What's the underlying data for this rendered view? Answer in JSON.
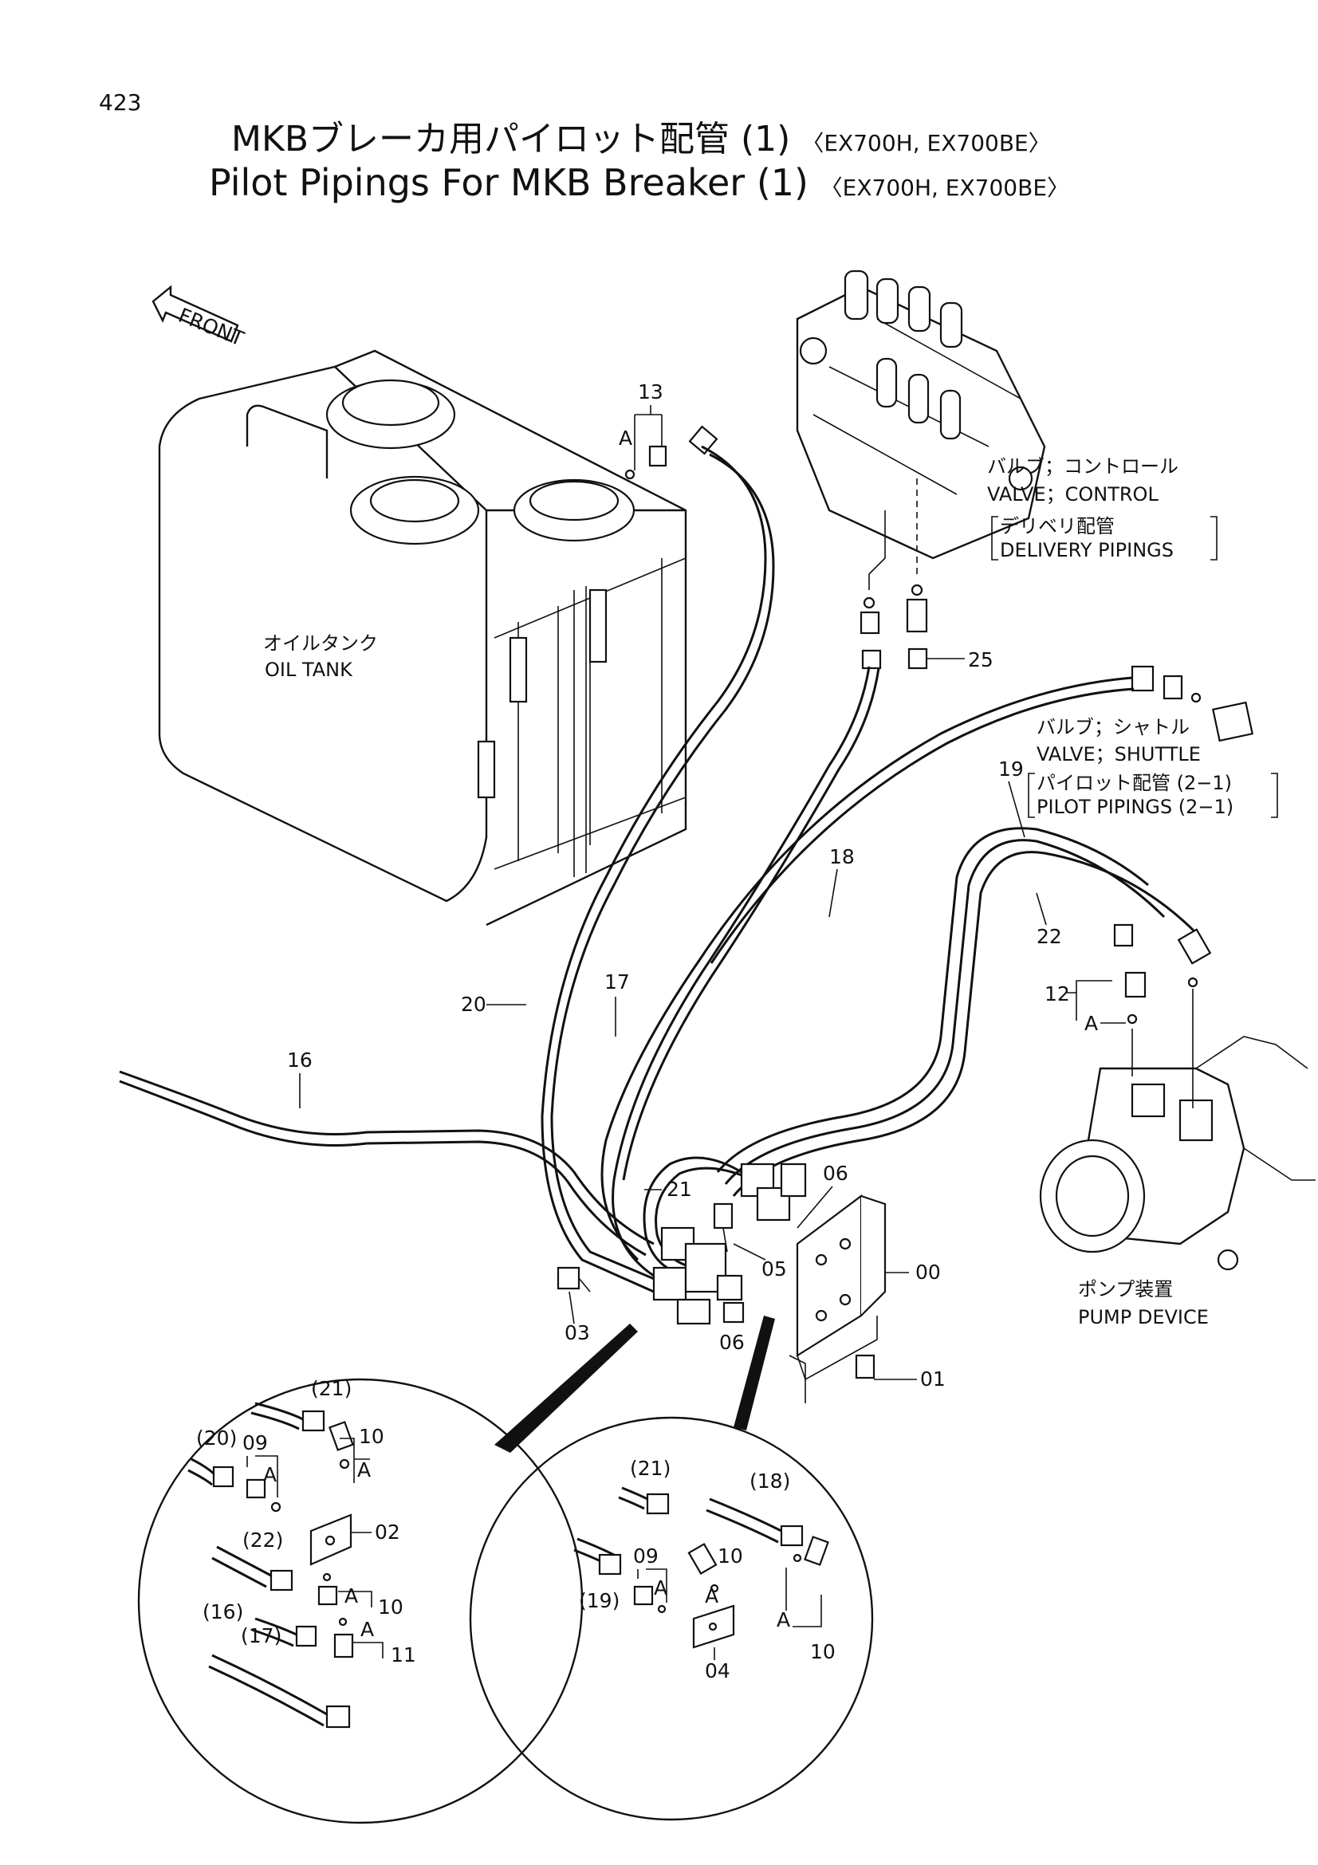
{
  "page_number": "423",
  "title_jp": "MKBブレーカ用パイロット配管 (1)",
  "title_jp_models": "〈EX700H,  EX700BE〉",
  "title_en": "Pilot Pipings For MKB Breaker (1)",
  "title_en_models": "〈EX700H,  EX700BE〉",
  "front_marker": "FRONT",
  "components": {
    "oil_tank_jp": "オイルタンク",
    "oil_tank_en": "OIL TANK",
    "control_valve_jp": "バルブ；コントロール",
    "control_valve_en": "VALVE；CONTROL",
    "delivery_pipings_jp": "デリベリ配管",
    "delivery_pipings_en": "DELIVERY PIPINGS",
    "shuttle_valve_jp": "バルブ；シャトル",
    "shuttle_valve_en": "VALVE；SHUTTLE",
    "pilot_pipings_jp": "パイロット配管 (2−1)",
    "pilot_pipings_en": "PILOT PIPINGS (2−1)",
    "pump_device_jp": "ポンプ装置",
    "pump_device_en": "PUMP DEVICE"
  },
  "callouts": {
    "p13": "13",
    "p25": "25",
    "p19": "19",
    "p18": "18",
    "p22": "22",
    "p12": "12",
    "p20": "20",
    "p17": "17",
    "p16": "16",
    "p21": "21",
    "p06a": "06",
    "p05": "05",
    "p00": "00",
    "p03": "03",
    "p06b": "06",
    "p01": "01",
    "tag_a": "A"
  },
  "detail_left": {
    "p21": "(21)",
    "p20": "(20)",
    "p09": "09",
    "p10a": "10",
    "p02": "02",
    "p22": "(22)",
    "p10b": "10",
    "p16": "(16)",
    "p17": "(17)",
    "p11": "11",
    "tag_a": "A"
  },
  "detail_right": {
    "p21": "(21)",
    "p18": "(18)",
    "p09": "09",
    "p10a": "10",
    "p19": "(19)",
    "p04": "04",
    "p10b": "10",
    "tag_a": "A"
  }
}
